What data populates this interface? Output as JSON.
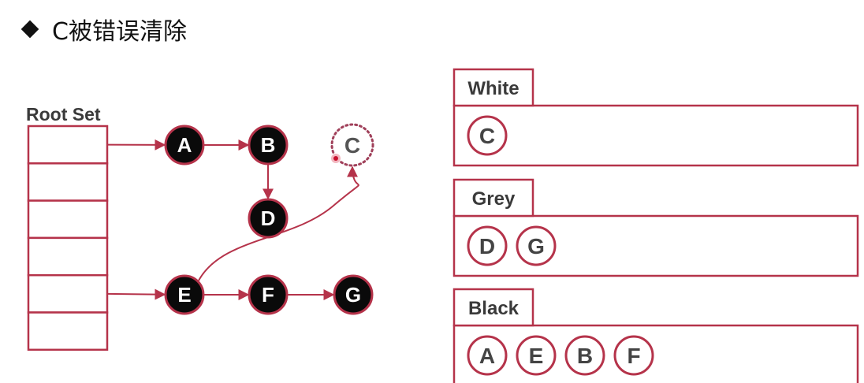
{
  "title": "C被错误清除",
  "root_set": {
    "label": "Root Set",
    "slot_count": 6
  },
  "nodes": [
    {
      "id": "A",
      "label": "A",
      "style": "black"
    },
    {
      "id": "B",
      "label": "B",
      "style": "black"
    },
    {
      "id": "C",
      "label": "C",
      "style": "dotted"
    },
    {
      "id": "D",
      "label": "D",
      "style": "black"
    },
    {
      "id": "E",
      "label": "E",
      "style": "black"
    },
    {
      "id": "F",
      "label": "F",
      "style": "black"
    },
    {
      "id": "G",
      "label": "G",
      "style": "black"
    }
  ],
  "edges": [
    {
      "from": "root-0",
      "to": "A"
    },
    {
      "from": "A",
      "to": "B"
    },
    {
      "from": "B",
      "to": "D"
    },
    {
      "from": "root-4",
      "to": "E"
    },
    {
      "from": "E",
      "to": "F"
    },
    {
      "from": "F",
      "to": "G"
    },
    {
      "from": "E",
      "to": "C",
      "curved": true
    }
  ],
  "sets": [
    {
      "name": "White",
      "items": [
        "C"
      ]
    },
    {
      "name": "Grey",
      "items": [
        "D",
        "G"
      ]
    },
    {
      "name": "Black",
      "items": [
        "A",
        "E",
        "B",
        "F"
      ]
    }
  ],
  "colors": {
    "accent": "#b5334a",
    "node_fill": "#0a0a0a",
    "dotted_ring": "#a0405a",
    "text_dark": "#3a3a3a"
  }
}
